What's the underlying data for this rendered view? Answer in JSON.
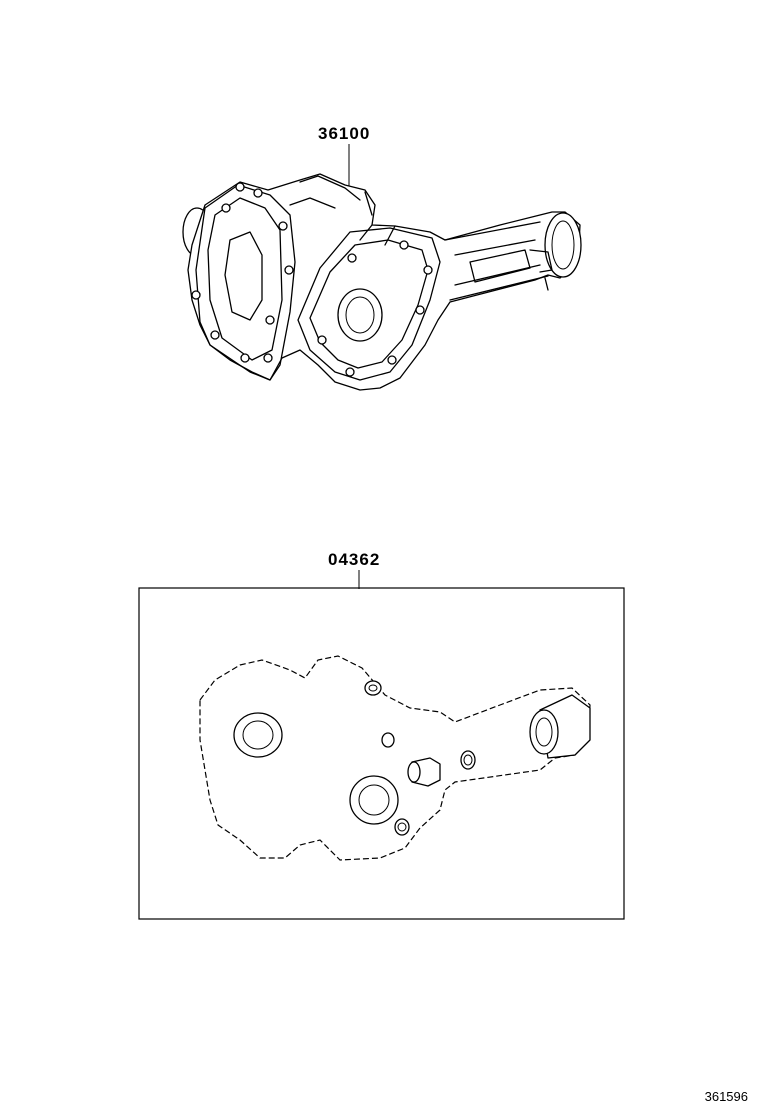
{
  "parts": {
    "assembly_label": "36100",
    "kit_label": "04362"
  },
  "reference_number": "361596"
}
